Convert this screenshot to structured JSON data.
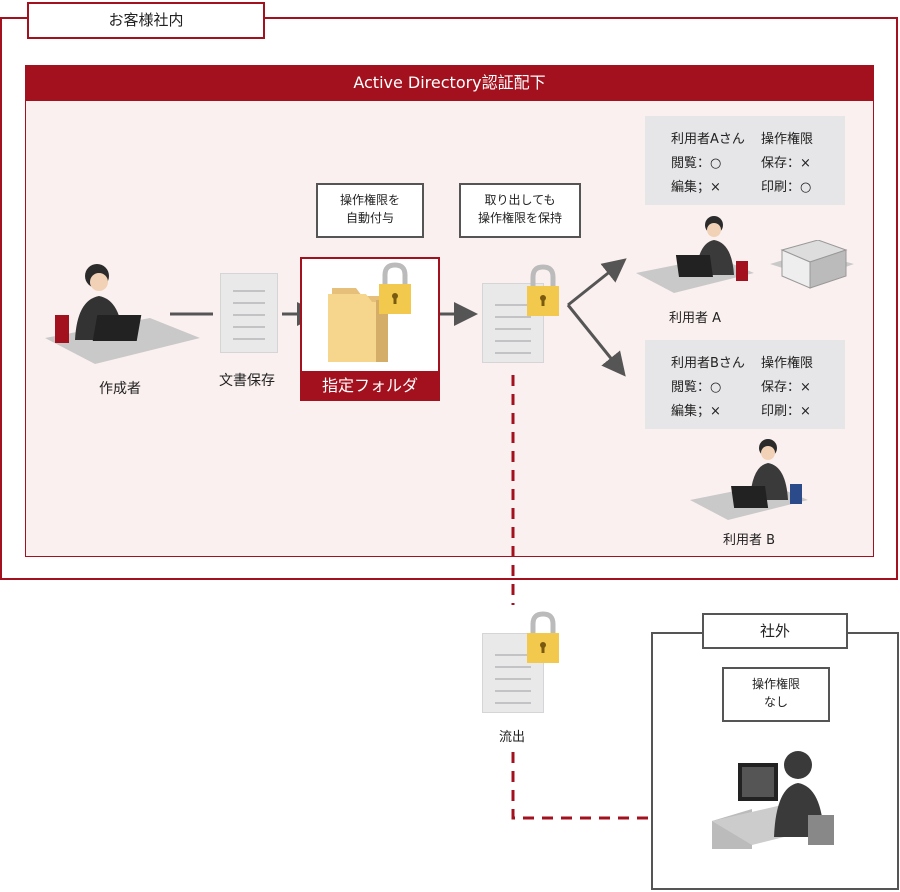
{
  "outer_label": "お客様社内",
  "ad_header": "Active Directory認証配下",
  "author_label": "作成者",
  "save_label": "文書保存",
  "folder_label": "指定フォルダ",
  "bubble_auto": [
    "操作権限を",
    "自動付与"
  ],
  "bubble_keep": [
    "取り出しても",
    "操作権限を保持"
  ],
  "user_a": {
    "label": "利用者 A",
    "perm_rows": [
      [
        "利用者Aさん",
        "操作権限"
      ],
      [
        "閲覧：○",
        "保存：×"
      ],
      [
        "編集；×",
        "印刷：○"
      ]
    ]
  },
  "user_b": {
    "label": "利用者 B",
    "perm_rows": [
      [
        "利用者Bさん",
        "操作権限"
      ],
      [
        "閲覧：○",
        "保存：×"
      ],
      [
        "編集；×",
        "印刷：×"
      ]
    ]
  },
  "leak_label": "流出",
  "outside_label": "社外",
  "bubble_none": [
    "操作権限",
    "なし"
  ],
  "colors": {
    "brand": "#a3111e",
    "panel": "#fbf0f0",
    "gray": "#e6e6e8",
    "arrow": "#555555",
    "lock": "#f2c94c"
  }
}
